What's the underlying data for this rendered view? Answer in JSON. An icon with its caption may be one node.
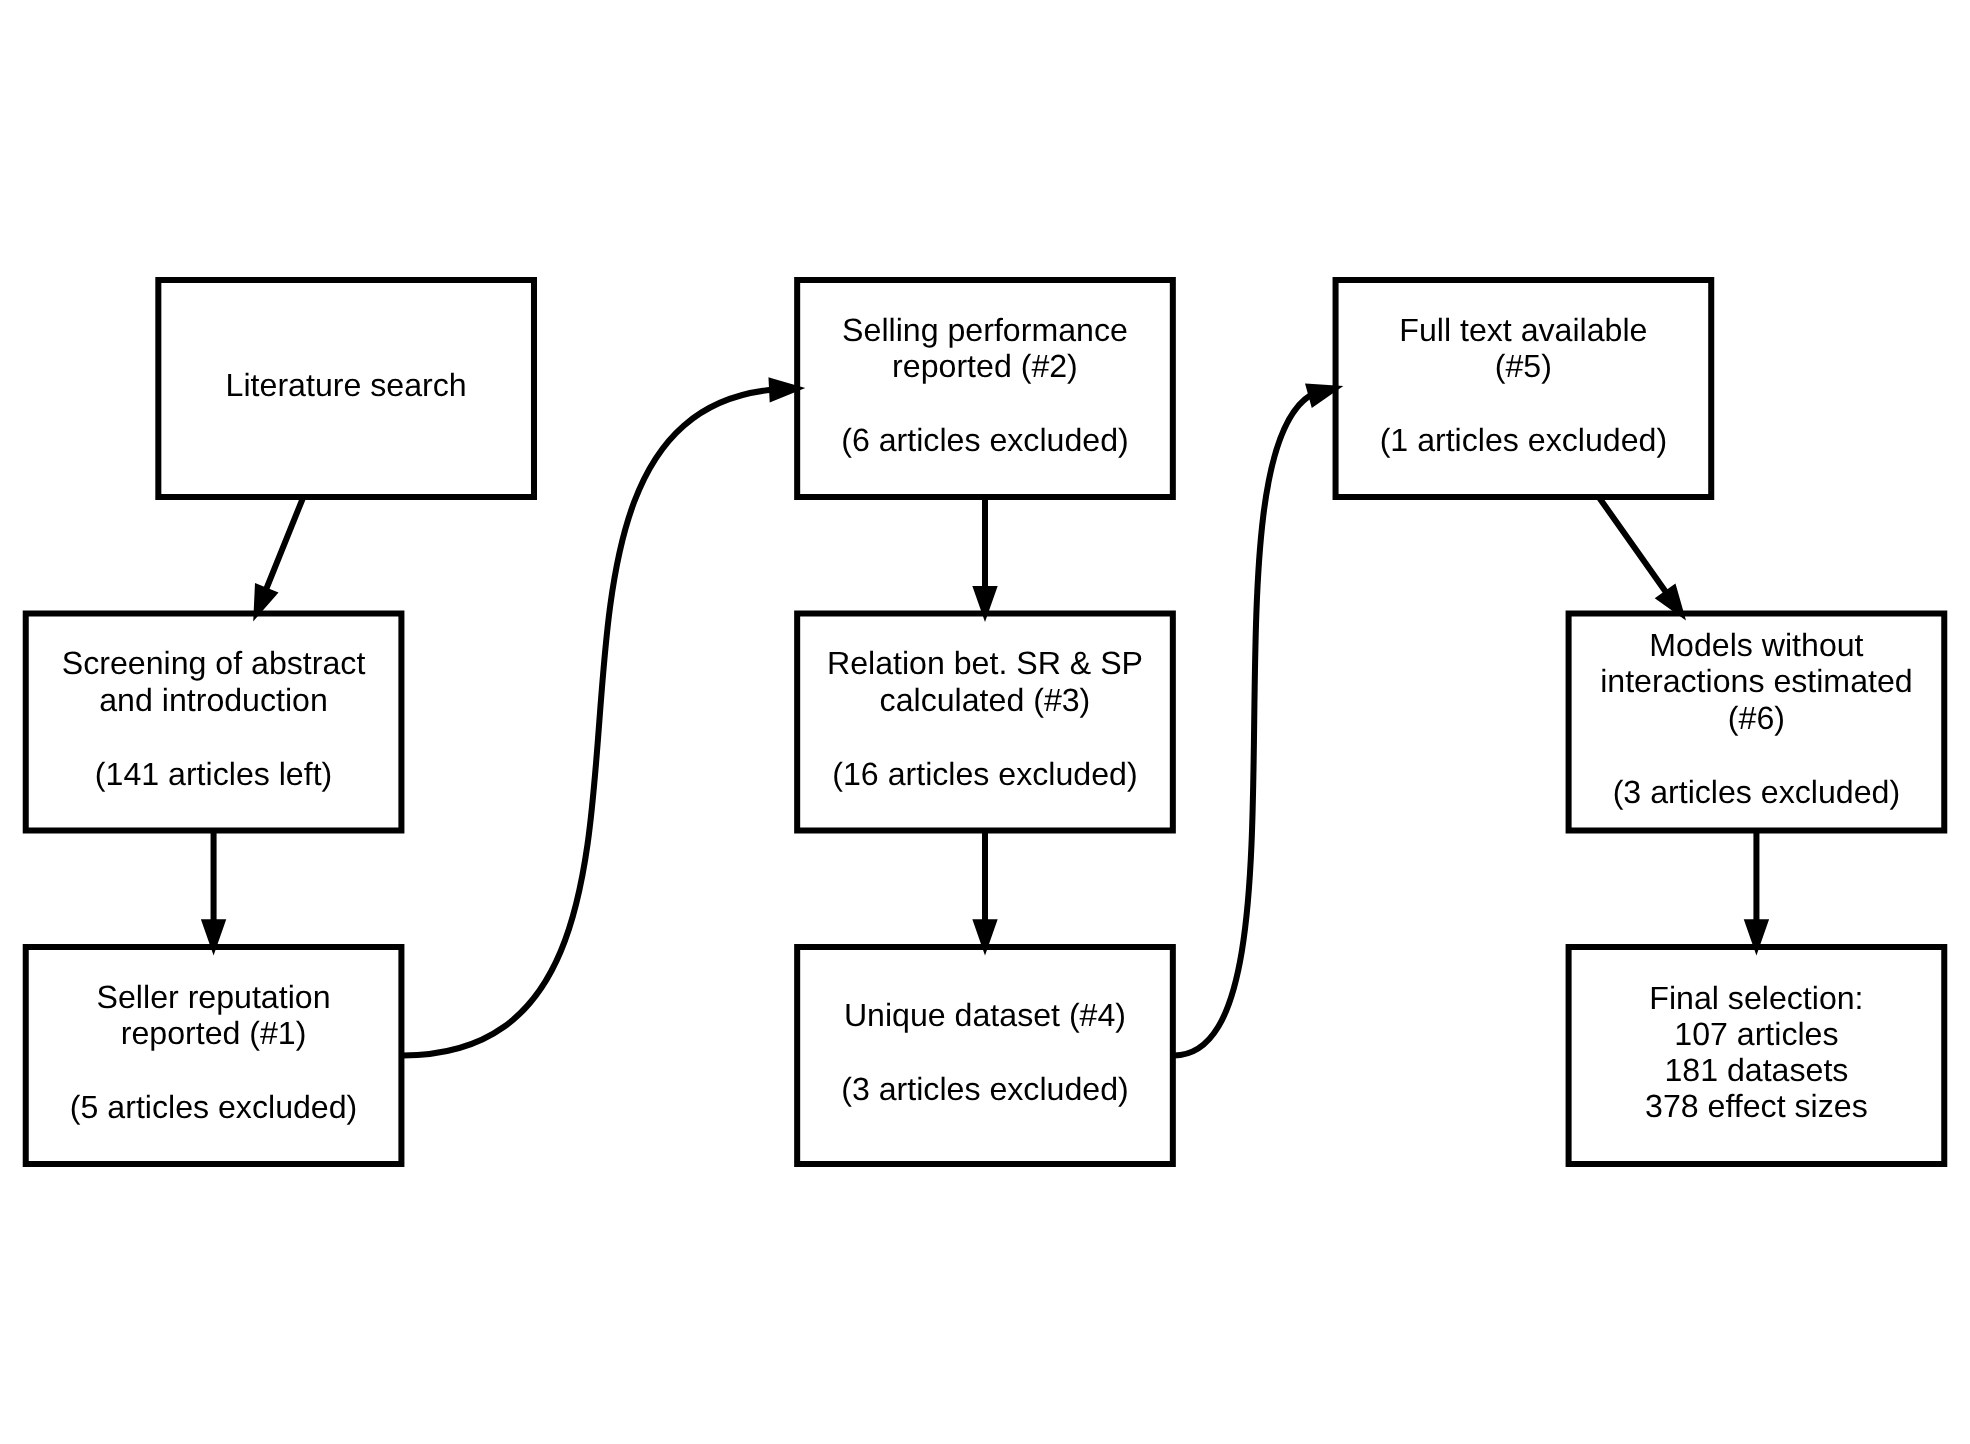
{
  "diagram": {
    "nodes": [
      {
        "text": [
          "Literature search"
        ]
      },
      {
        "text": [
          "Screening of abstract and introduction",
          "(141 articles left)"
        ]
      },
      {
        "text": [
          "Seller reputation reported (#1)",
          "(5 articles excluded)"
        ]
      },
      {
        "text": [
          "Selling performance reported (#2)",
          "(6 articles excluded)"
        ]
      },
      {
        "text": [
          "Relation bet. SR & SP calculated (#3)",
          "(16 articles excluded)"
        ]
      },
      {
        "text": [
          "Unique dataset (#4)",
          "(3 articles excluded)"
        ]
      },
      {
        "text": [
          "Full text available (#5)",
          "(1 articles excluded)"
        ]
      },
      {
        "text": [
          "Models without interactions estimated (#6)",
          "(3 articles excluded)"
        ]
      },
      {
        "text": [
          "Final selection:",
          "107 articles",
          "181 datasets",
          "378 effect sizes"
        ]
      }
    ],
    "edges": [
      {
        "from": 0,
        "to": 1,
        "arrow": "to"
      },
      {
        "from": 1,
        "to": 2,
        "arrow": "to"
      },
      {
        "from": 2,
        "to": 3,
        "arrow": "to"
      },
      {
        "from": 3,
        "to": 4,
        "arrow": "to"
      },
      {
        "from": 4,
        "to": 5,
        "arrow": "to"
      },
      {
        "from": 5,
        "to": 6,
        "arrow": "to"
      },
      {
        "from": 6,
        "to": 7,
        "arrow": "to"
      },
      {
        "from": 7,
        "to": 8,
        "arrow": "to"
      }
    ]
  }
}
